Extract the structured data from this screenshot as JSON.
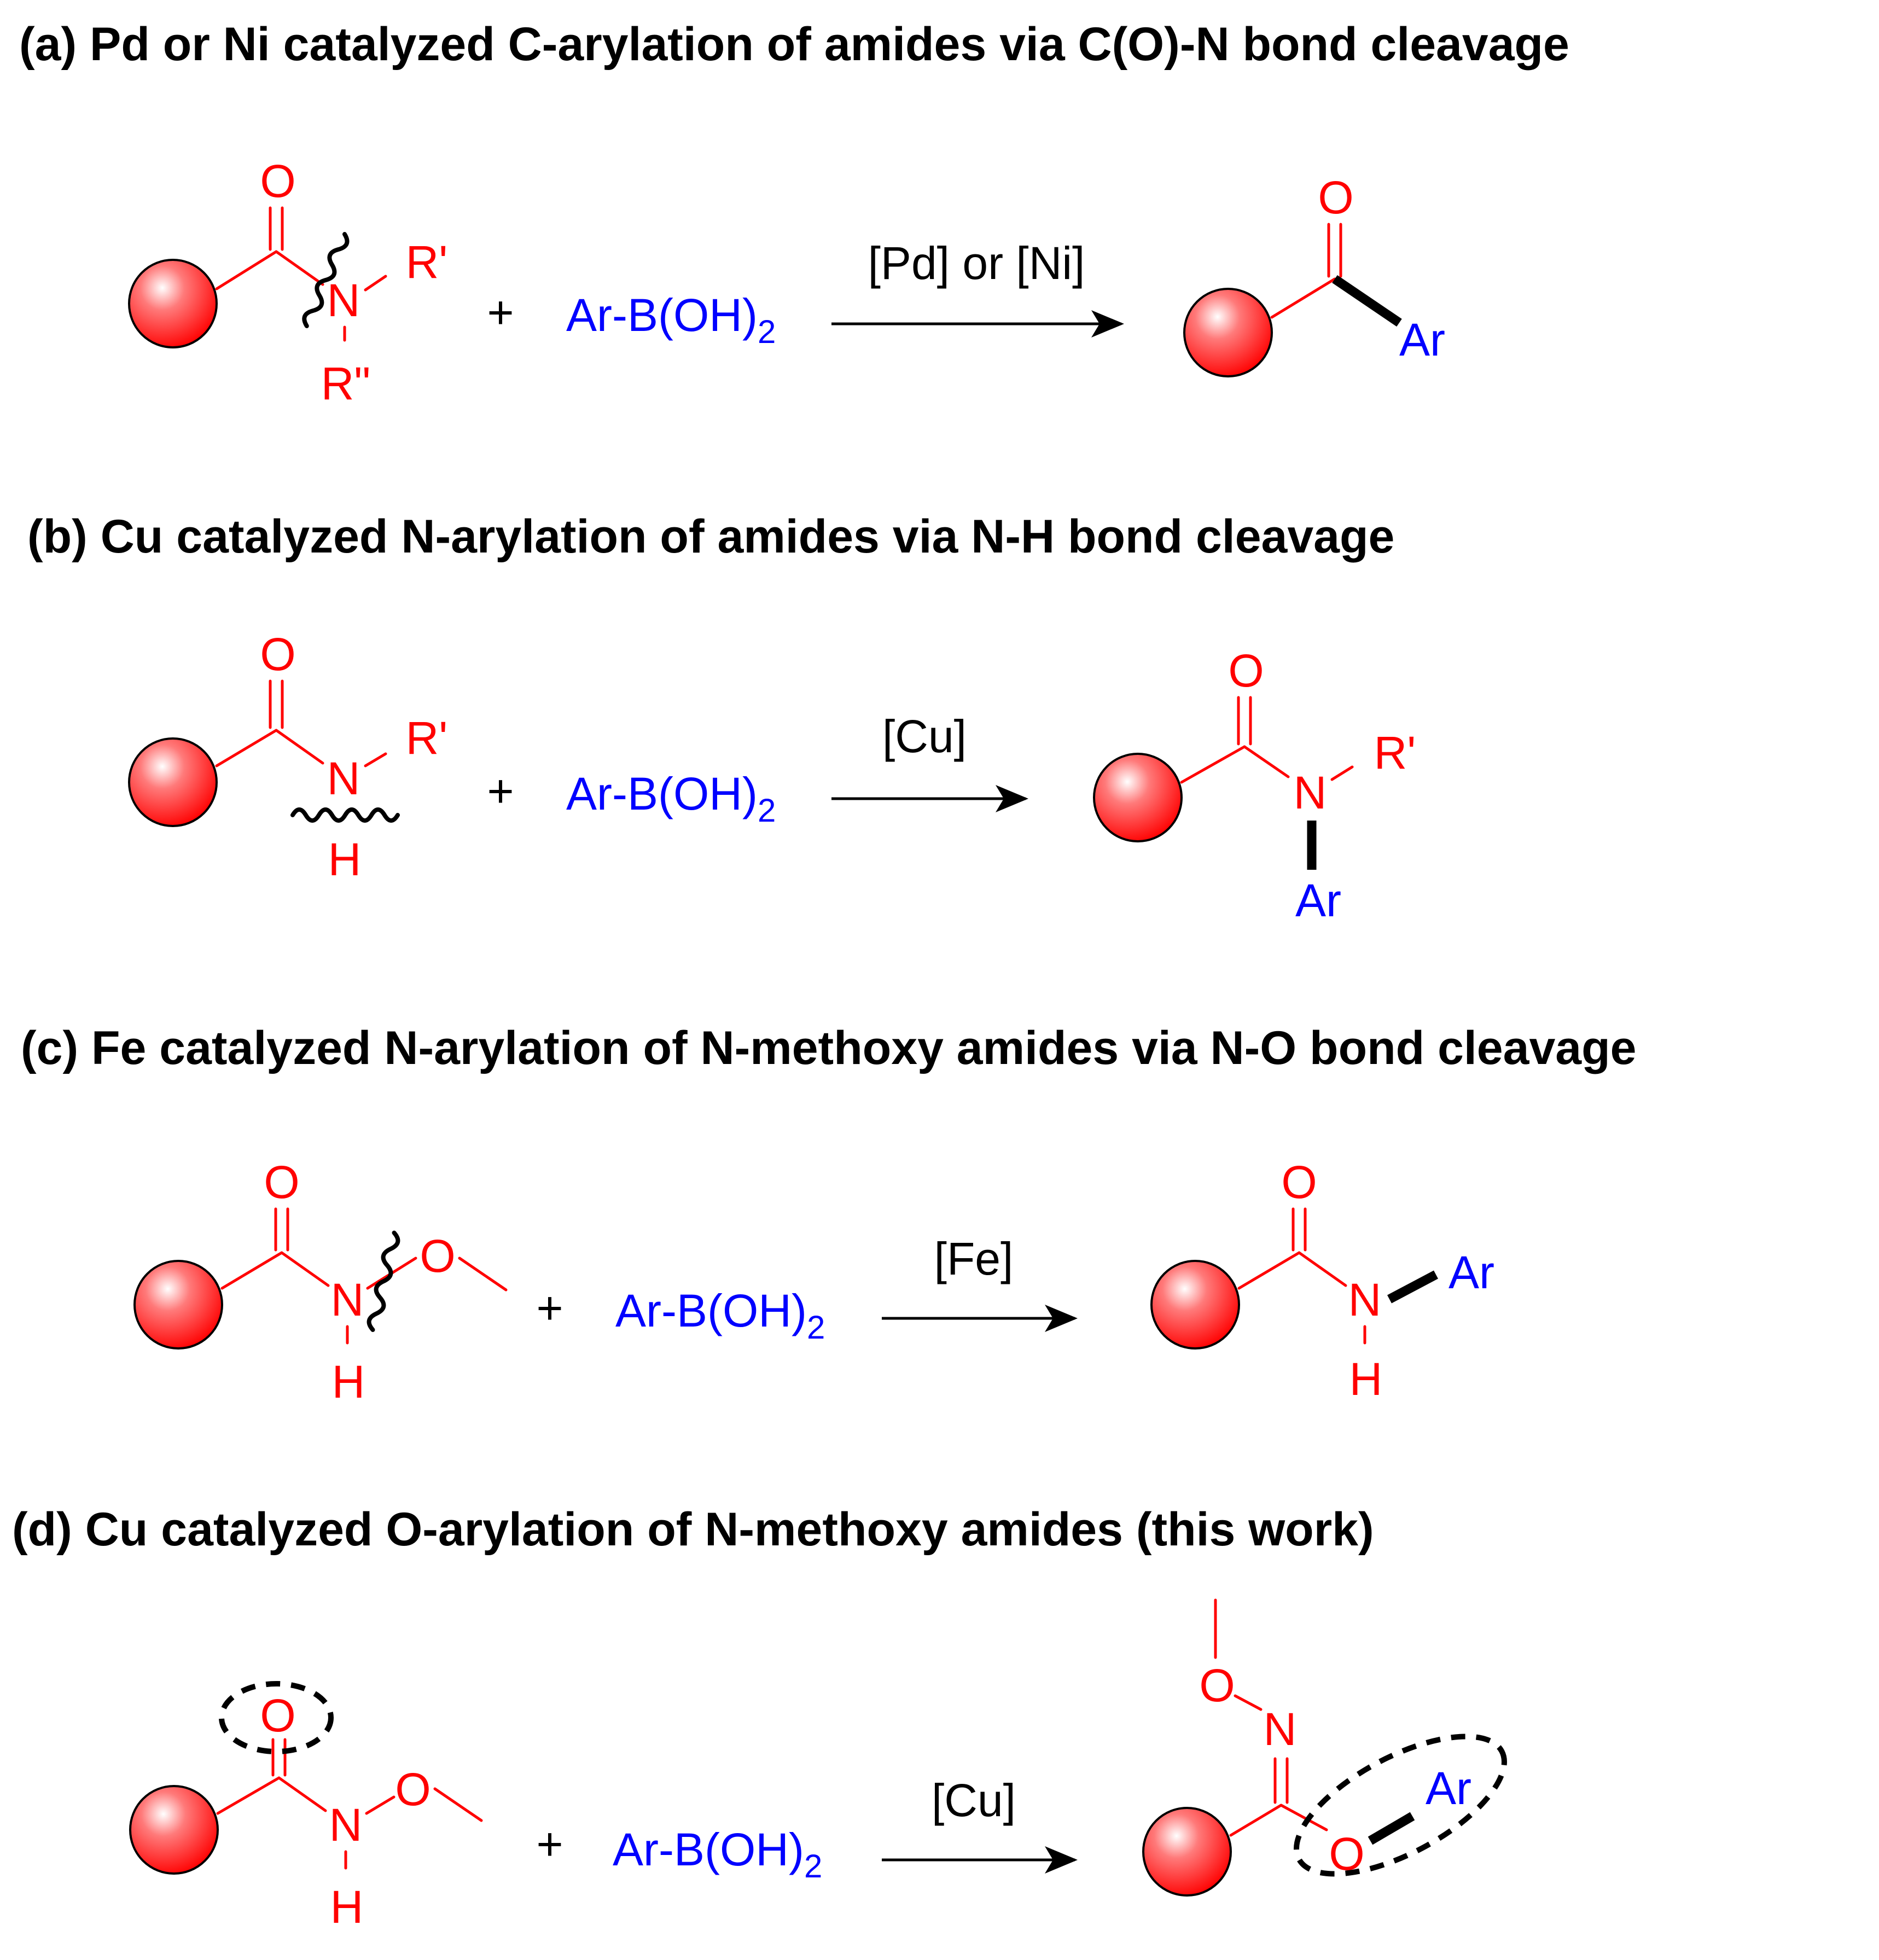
{
  "colors": {
    "red": "#ff0000",
    "blue": "#0000ff",
    "black": "#000000"
  },
  "sections": {
    "a": {
      "title": "(a) Pd or Ni catalyzed C-arylation of amides via C(O)-N bond cleavage",
      "reagent_main": "Ar-B(OH)",
      "reagent_sub": "2",
      "catalyst": "[Pd] or [Ni]",
      "labels": {
        "O": "O",
        "N": "N",
        "R1": "R'",
        "R2": "R\"",
        "O_prod": "O",
        "Ar": "Ar",
        "plus": "+"
      }
    },
    "b": {
      "title": "(b) Cu catalyzed N-arylation of amides via N-H bond cleavage",
      "reagent_main": "Ar-B(OH)",
      "reagent_sub": "2",
      "catalyst": "[Cu]",
      "labels": {
        "O": "O",
        "N": "N",
        "R1": "R'",
        "H": "H",
        "O_prod": "O",
        "N_prod": "N",
        "R1_prod": "R'",
        "Ar": "Ar",
        "plus": "+"
      }
    },
    "c": {
      "title": "(c) Fe catalyzed N-arylation of N-methoxy amides via N-O bond cleavage",
      "reagent_main": "Ar-B(OH)",
      "reagent_sub": "2",
      "catalyst": "[Fe]",
      "labels": {
        "O": "O",
        "N": "N",
        "H": "H",
        "O_me": "O",
        "O_prod": "O",
        "N_prod": "N",
        "H_prod": "H",
        "Ar": "Ar",
        "plus": "+"
      }
    },
    "d": {
      "title": "(d) Cu catalyzed O-arylation of N-methoxy amides (this work)",
      "reagent_main": "Ar-B(OH)",
      "reagent_sub": "2",
      "catalyst": "[Cu]",
      "labels": {
        "O": "O",
        "N": "N",
        "H": "H",
        "O_me": "O",
        "O_prod_me": "O",
        "N_prod": "N",
        "O_prod": "O",
        "Ar": "Ar",
        "plus": "+"
      }
    }
  }
}
